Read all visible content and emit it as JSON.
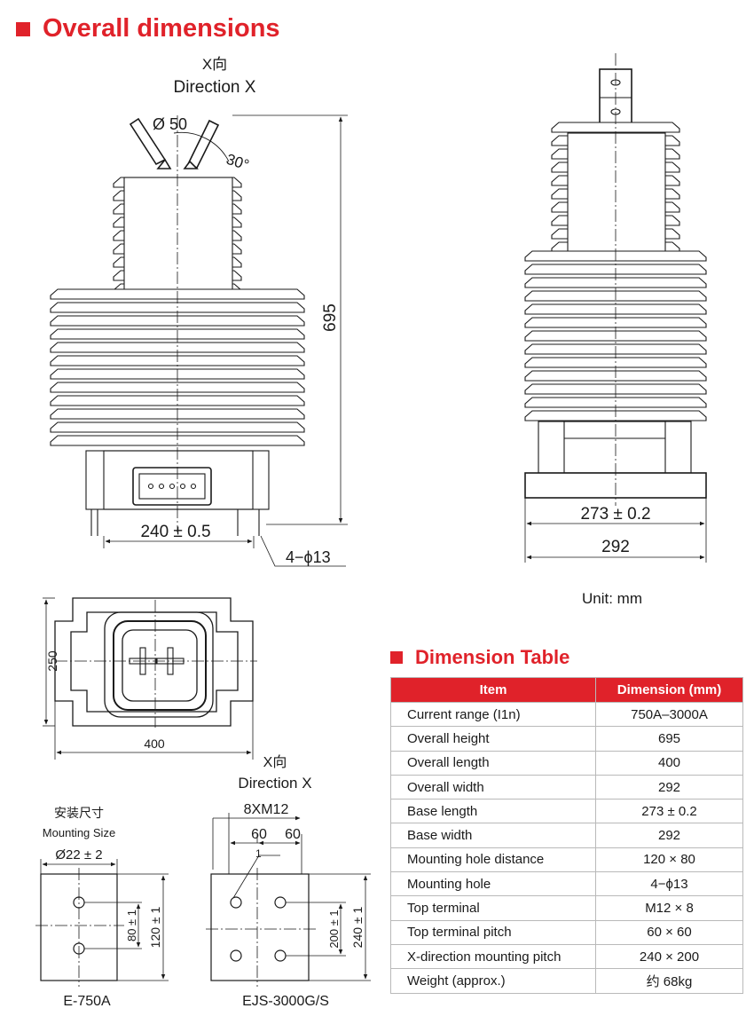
{
  "headings": {
    "overall": "Overall dimensions",
    "table": "Dimension Table"
  },
  "front_view": {
    "dir_cn": "X向",
    "dir_en": "Direction X",
    "phi": "Ø 50",
    "angle": "30°",
    "height": "695",
    "base": "240 ± 0.5",
    "holes": "4−ϕ13"
  },
  "side_view": {
    "inner": "273 ± 0.2",
    "outer": "292"
  },
  "unit": "Unit:  mm",
  "top_view": {
    "height": "250",
    "width": "400"
  },
  "mount": {
    "title_cn": "安装尺寸",
    "title_en": "Mounting Size",
    "dir_cn": "X向",
    "dir_en": "Direction X",
    "e750": {
      "phi": "Ø22 ± 2",
      "inner": "80 ± 1",
      "outer": "120 ± 1",
      "name": "E-750A"
    },
    "ejs": {
      "thread": "8XM12",
      "pitch_a": "60",
      "pitch_b": "60",
      "callout": "1",
      "inner": "200 ± 1",
      "outer": "240 ± 1",
      "name": "EJS-3000G/S"
    }
  },
  "table": {
    "headers": [
      "Item",
      "Dimension (mm)"
    ],
    "rows": [
      [
        "Current range (I1n)",
        "750A–3000A"
      ],
      [
        "Overall height",
        "695"
      ],
      [
        "Overall length",
        "400"
      ],
      [
        "Overall width",
        "292"
      ],
      [
        "Base length",
        "273 ± 0.2"
      ],
      [
        "Base width",
        "292"
      ],
      [
        "Mounting hole distance",
        "120 × 80"
      ],
      [
        "Mounting hole",
        "4−ϕ13"
      ],
      [
        "Top terminal",
        "M12 × 8"
      ],
      [
        "Top terminal pitch",
        "60 × 60"
      ],
      [
        "X-direction mounting pitch",
        "240 × 200"
      ],
      [
        "Weight (approx.)",
        "约 68kg"
      ]
    ]
  }
}
